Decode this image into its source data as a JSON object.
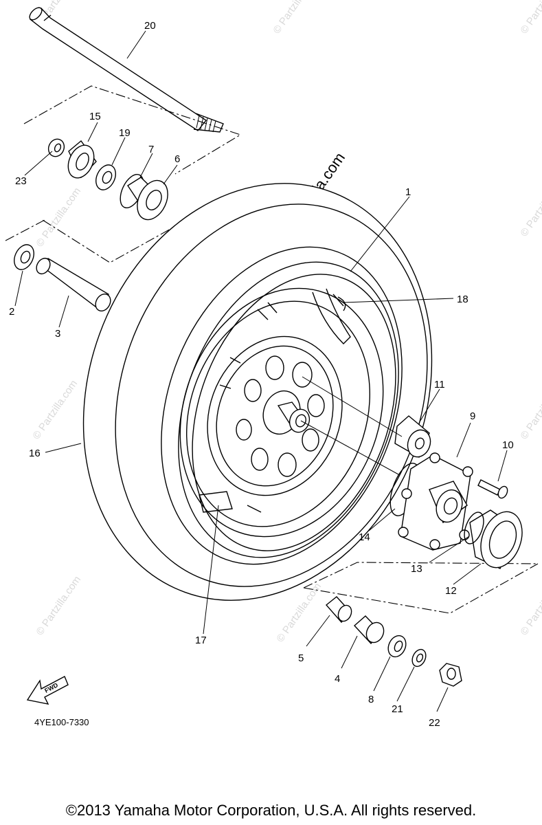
{
  "diagram": {
    "brand_watermark": "© Partzilla.com",
    "faint_watermark": "© Partzilla.com",
    "fwd_label": "FWD",
    "part_code": "4YE100-7330",
    "copyright": "©2013  Yamaha Motor Corporation, U.S.A. All rights reserved.",
    "callouts": {
      "c1": "1",
      "c2": "2",
      "c3": "3",
      "c4": "4",
      "c5": "5",
      "c6": "6",
      "c7": "7",
      "c8": "8",
      "c9": "9",
      "c10": "10",
      "c11": "11",
      "c12": "12",
      "c13": "13",
      "c14": "14",
      "c15": "15",
      "c16": "16",
      "c17": "17",
      "c18": "18",
      "c19": "19",
      "c20": "20",
      "c21": "21",
      "c22": "22",
      "c23": "23"
    }
  }
}
